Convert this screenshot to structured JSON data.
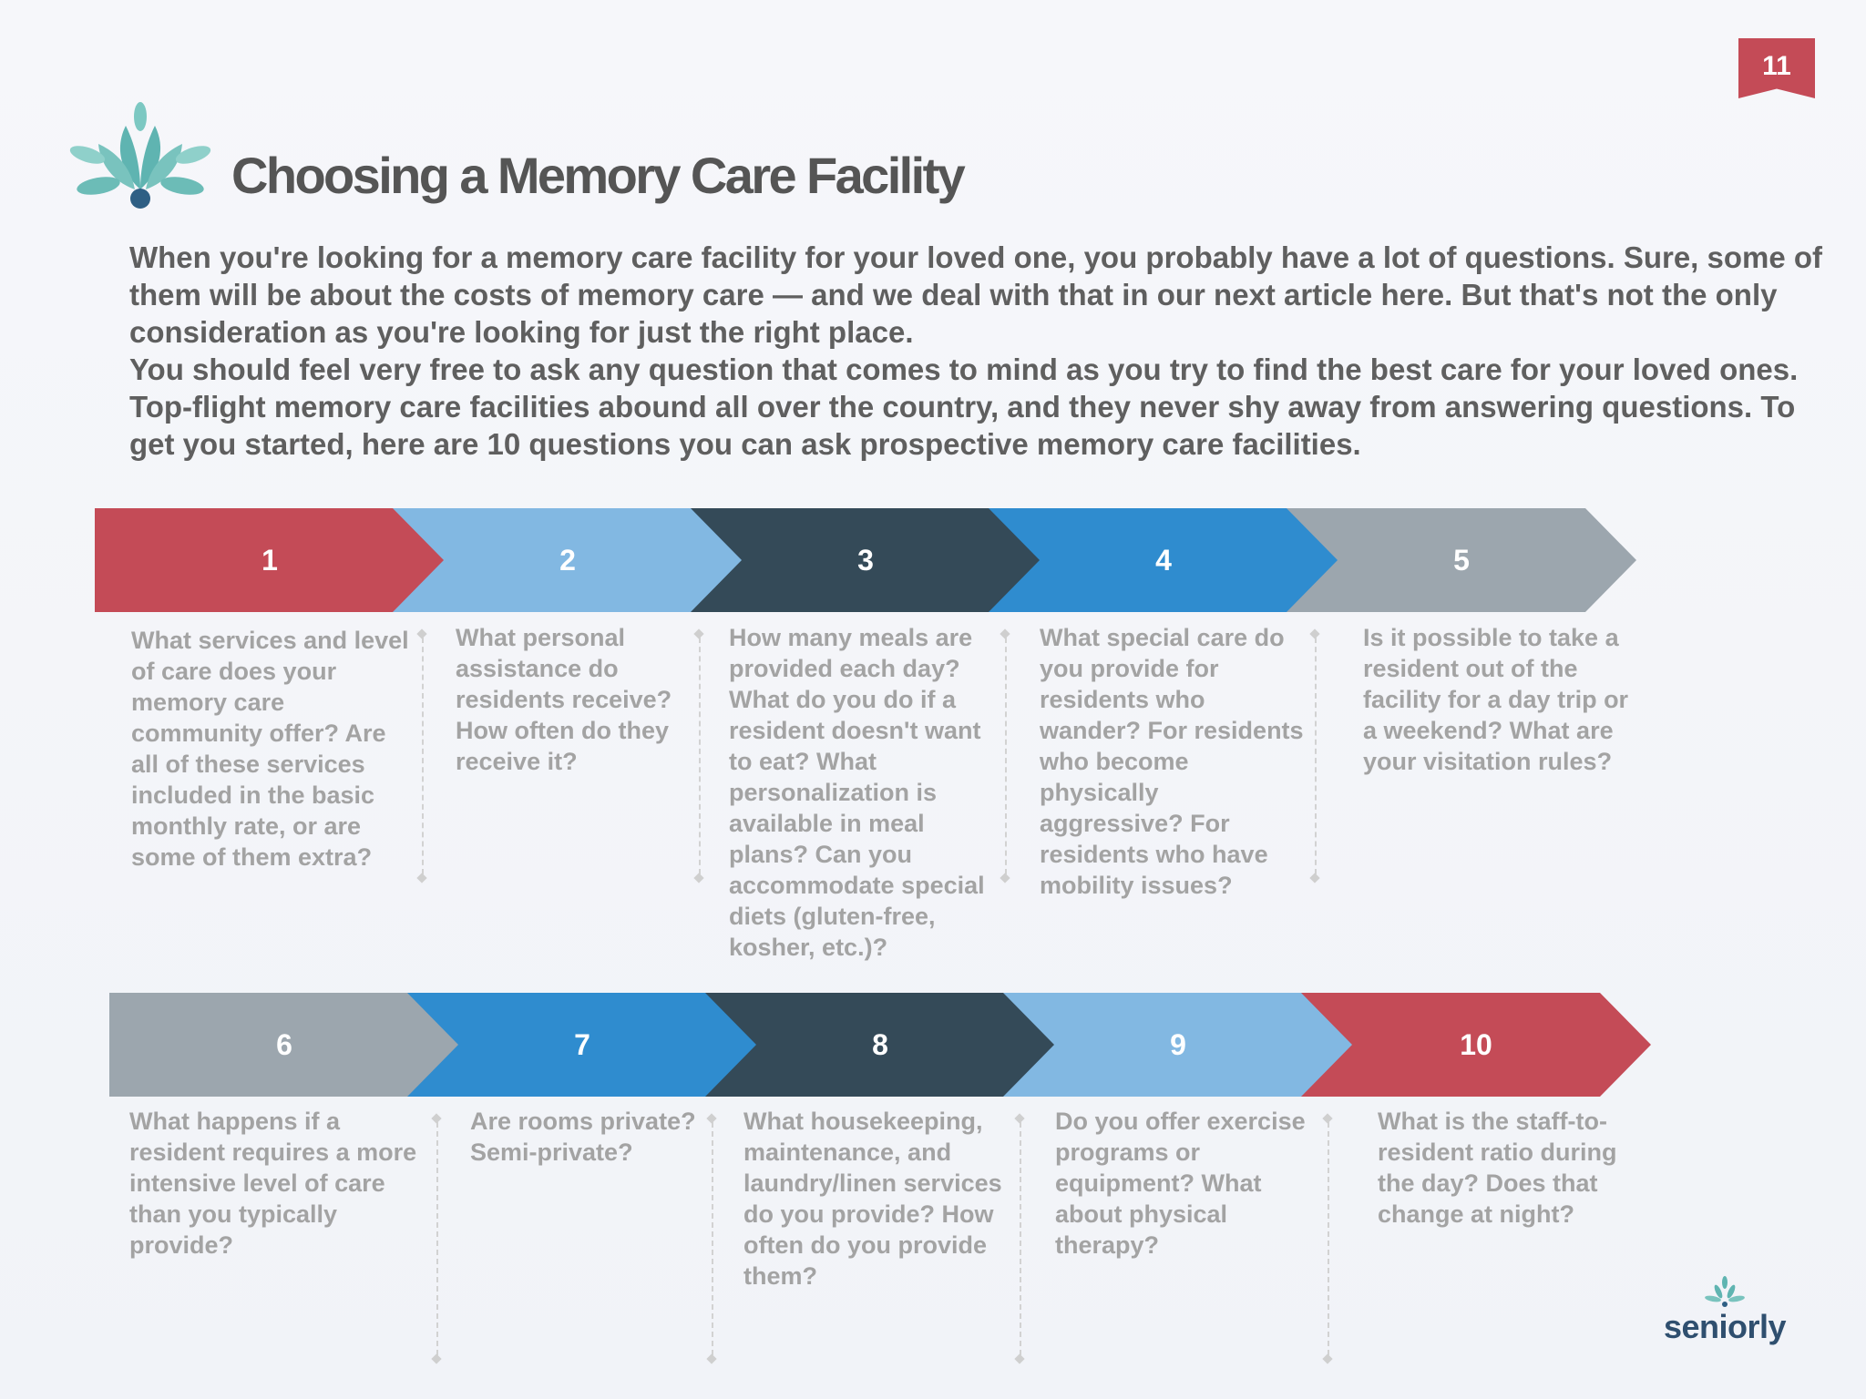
{
  "page_number": "11",
  "title": "Choosing a Memory Care Facility",
  "intro": {
    "p1": "When you're looking for a memory care facility for your loved one, you probably have a lot of questions. Sure, some of them will be about the costs of memory care — and we deal with that in our next article here. But that's not the only consideration as you're looking for just the right place.",
    "p2": "You should feel very free to ask any question that comes to mind as you try to find the best care for your loved ones. Top-flight memory care facilities abound all over the country, and they never shy away from answering questions. To get you started, here are 10 questions you can ask prospective memory care facilities."
  },
  "steps": [
    {
      "num": "1",
      "color": "#c44b57",
      "question": "What services and level of care does your memory care community offer? Are all of these services included in the basic monthly rate, or are some of them extra?"
    },
    {
      "num": "2",
      "color": "#82b8e2",
      "question": "What personal assistance do residents receive? How often do they receive it?"
    },
    {
      "num": "3",
      "color": "#344a58",
      "question": "How many meals are provided each day? What do you do if a resident doesn't want to eat? What personalization is available in meal plans? Can you accommodate special diets (gluten-free, kosher, etc.)?"
    },
    {
      "num": "4",
      "color": "#2f8ccf",
      "question": "What special care do you provide for residents who wander? For residents who become physically aggressive? For residents who have mobility issues?"
    },
    {
      "num": "5",
      "color": "#9ca6ae",
      "question": "Is it possible to take a resident out of the facility for a day trip or a weekend? What are your visitation rules?"
    },
    {
      "num": "6",
      "color": "#9ca6ae",
      "question": "What happens if a resident requires a more intensive level of care than you typically provide?"
    },
    {
      "num": "7",
      "color": "#2f8ccf",
      "question": "Are rooms private? Semi-private?"
    },
    {
      "num": "8",
      "color": "#344a58",
      "question": "What housekeeping, maintenance, and laundry/linen services do you provide? How often do you provide them?"
    },
    {
      "num": "9",
      "color": "#82b8e2",
      "question": "Do you offer exercise programs or equipment? What about physical therapy?"
    },
    {
      "num": "10",
      "color": "#c44b57",
      "question": "What is the staff-to-resident ratio during the day? Does that change at night?"
    }
  ],
  "brand": {
    "name": "seniorly",
    "accent": "#5fb4b1"
  },
  "icons": {
    "logo": "lotus-flower-icon",
    "brand_mark": "seniorly-flower-icon"
  }
}
